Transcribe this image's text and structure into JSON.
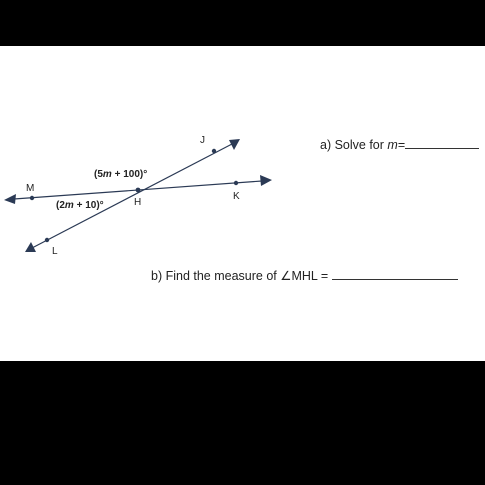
{
  "diagram": {
    "points": {
      "J": "J",
      "K": "K",
      "H": "H",
      "M": "M",
      "L": "L"
    },
    "angle_upper": {
      "pre": "(5",
      "var": "m",
      "post": " + 100)°"
    },
    "angle_lower": {
      "pre": "(2",
      "var": "m",
      "post": " + 10)°"
    }
  },
  "questions": {
    "a": {
      "prefix": "a) Solve for ",
      "var": "m",
      "suffix": "="
    },
    "b": {
      "text": "b) Find the measure of ",
      "angle_symbol": "∠",
      "angle_name": "MHL",
      "equals": " ="
    }
  },
  "colors": {
    "line": "#2b3a55",
    "text": "#222222",
    "background": "#ffffff",
    "frame": "#000000"
  }
}
